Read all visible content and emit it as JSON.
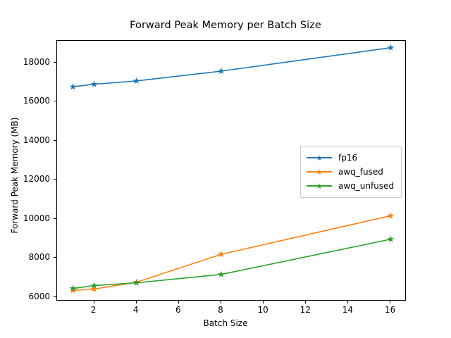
{
  "chart_data": {
    "type": "line",
    "title": "Forward Peak Memory per Batch Size",
    "xlabel": "Batch Size",
    "ylabel": "Forward Peak Memory (MB)",
    "x": [
      1,
      2,
      4,
      8,
      16
    ],
    "xlim": [
      0.25,
      16.75
    ],
    "ylim": [
      5770,
      19100
    ],
    "xticks": [
      2,
      4,
      6,
      8,
      10,
      12,
      14,
      16
    ],
    "xticklabels": [
      "2",
      "4",
      "6",
      "8",
      "10",
      "12",
      "14",
      "16"
    ],
    "yticks": [
      6000,
      8000,
      10000,
      12000,
      14000,
      16000,
      18000
    ],
    "yticklabels": [
      "6000",
      "8000",
      "10000",
      "12000",
      "14000",
      "16000",
      "18000"
    ],
    "grid": false,
    "marker": "star",
    "legend_position": "center right",
    "series": [
      {
        "name": "fp16",
        "color": "#1f77b4",
        "values": [
          16750,
          16880,
          17050,
          17550,
          18750
        ]
      },
      {
        "name": "awq_fused",
        "color": "#ff7f0e",
        "values": [
          6330,
          6400,
          6750,
          8180,
          10150
        ]
      },
      {
        "name": "awq_unfused",
        "color": "#2ca02c",
        "values": [
          6430,
          6580,
          6720,
          7150,
          8950
        ]
      }
    ]
  },
  "axes": {
    "frame_color": "#000000"
  }
}
